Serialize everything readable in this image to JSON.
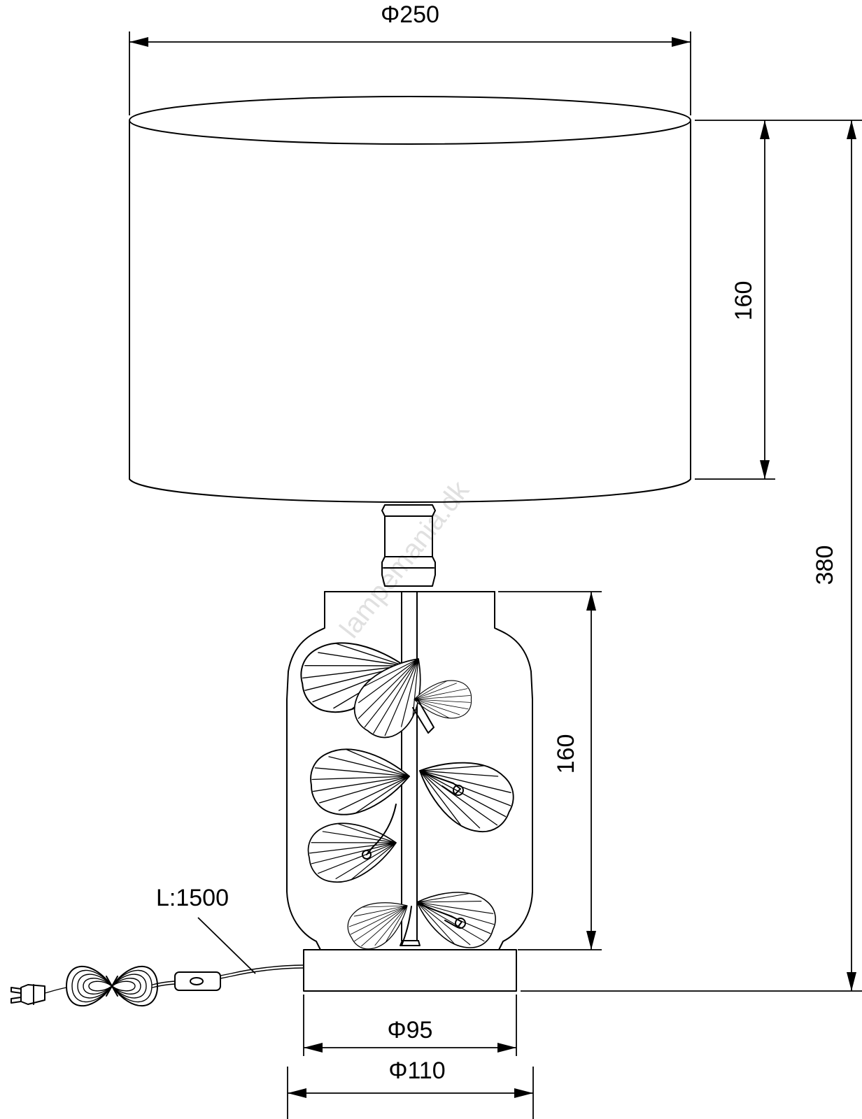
{
  "dimensions": {
    "shade_diameter": "Φ250",
    "shade_height": "160",
    "total_height": "380",
    "jar_height": "160",
    "base_inner_diameter": "Φ95",
    "base_outer_diameter": "Φ110",
    "cable_length": "L:1500"
  },
  "watermark": "lampemania.dk",
  "colors": {
    "line": "#000000",
    "background": "#ffffff"
  }
}
